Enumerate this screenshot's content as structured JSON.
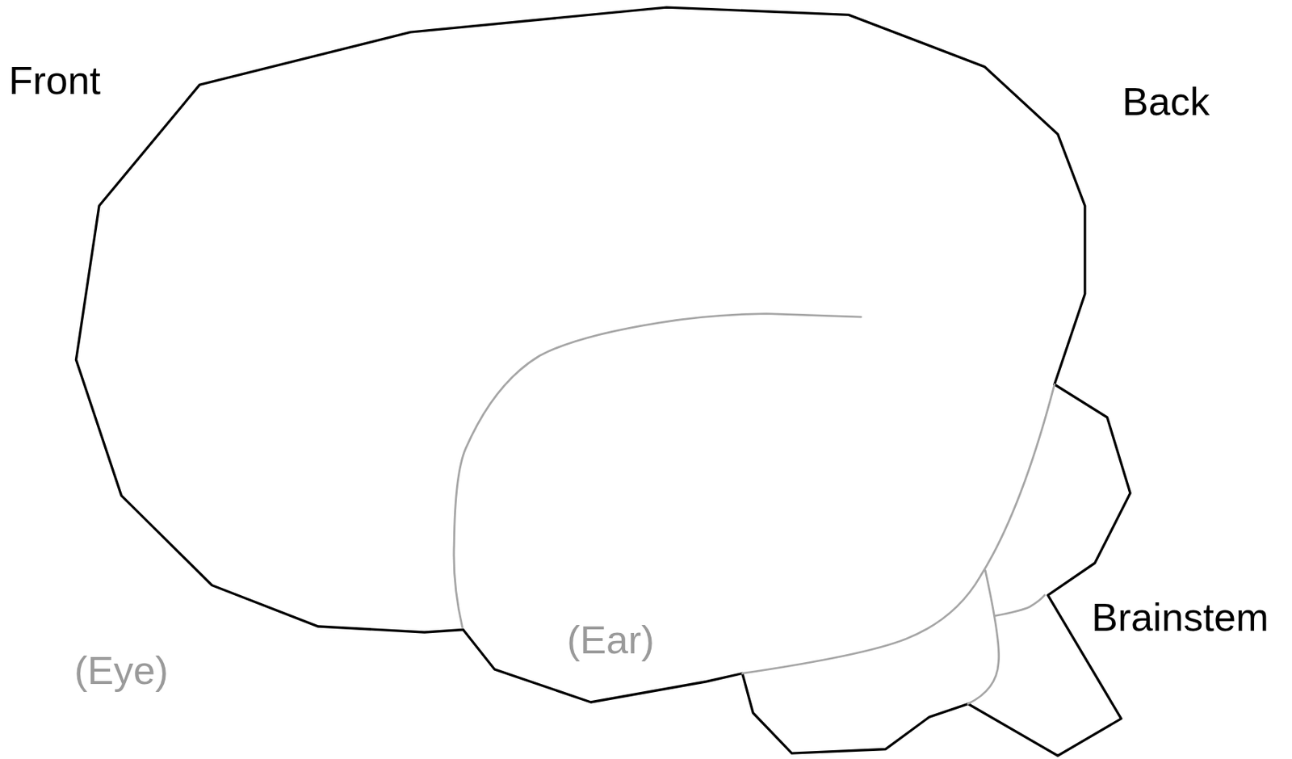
{
  "diagram": {
    "labels": [
      "Front",
      "Back",
      "Brainstem",
      "(Eye)",
      "(Ear)"
    ]
  }
}
